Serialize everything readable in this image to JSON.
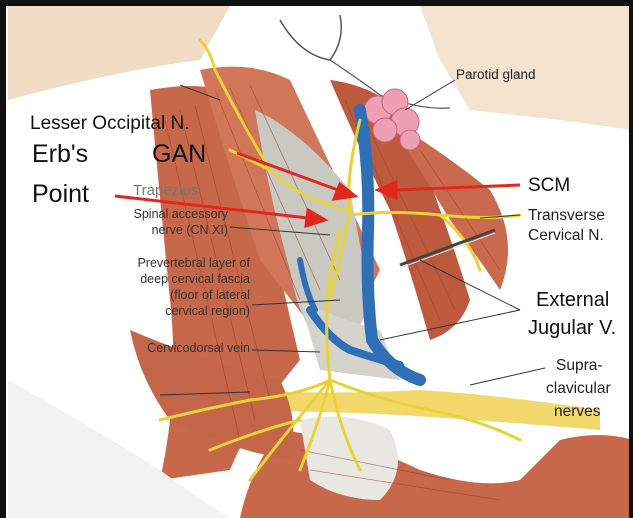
{
  "labels": {
    "parotid": "Parotid gland",
    "lesser_occipital": "Lesser Occipital N.",
    "erbs": "Erb's",
    "point": "Point",
    "gan": "GAN",
    "scm": "SCM",
    "trapezius": "Trapezius",
    "spinal_accessory_1": "Spinal accessory",
    "spinal_accessory_2": "nerve (CN XI)",
    "prevertebral_1": "Prevertebral layer of",
    "prevertebral_2": "deep cervical fascia",
    "prevertebral_3": "(floor of lateral",
    "prevertebral_4": "cervical region)",
    "cervicodorsal": "Cervicodorsal vein",
    "transverse_1": "Transverse",
    "transverse_2": "Cervical N.",
    "external_1": "External",
    "external_2": "Jugular V.",
    "supra_1": "Supra-",
    "supra_2": "clavicular",
    "supra_3": "nerves"
  },
  "colors": {
    "arrow": "#e0281e",
    "nerve": "#e8d23a",
    "vein": "#2f6fb5",
    "muscle": "#c8684a",
    "fascia": "#c9c9c2",
    "gland": "#ef9fb4"
  }
}
